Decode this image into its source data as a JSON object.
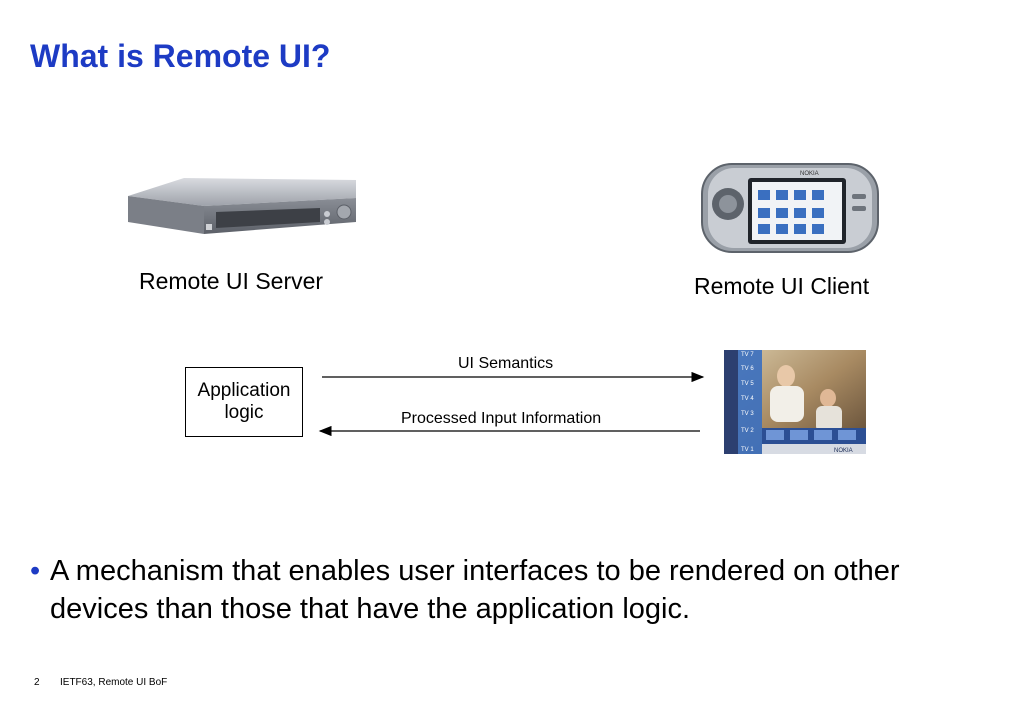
{
  "slide": {
    "title": "What is Remote UI?",
    "server_label": "Remote UI Server",
    "client_label": "Remote UI Client",
    "app_box": {
      "line1": "Application",
      "line2": "logic"
    },
    "arrows": {
      "forward_label": "UI Semantics",
      "backward_label": "Processed Input Information"
    },
    "tv_screen": {
      "channels": [
        "TV 7",
        "TV 6",
        "TV 5",
        "TV 4",
        "TV 3",
        "TV 2",
        "TV 1"
      ],
      "brand": "NOKIA"
    },
    "phone_brand": "NOKIA",
    "bullet": {
      "marker": "•",
      "text": "A mechanism that enables user interfaces to be rendered on other devices than those that have the application logic."
    },
    "footer": {
      "page_number": "2",
      "text": "IETF63, Remote UI BoF"
    }
  },
  "colors": {
    "title": "#1d3bc4",
    "tv_sidebar": "#3a6fc0"
  }
}
